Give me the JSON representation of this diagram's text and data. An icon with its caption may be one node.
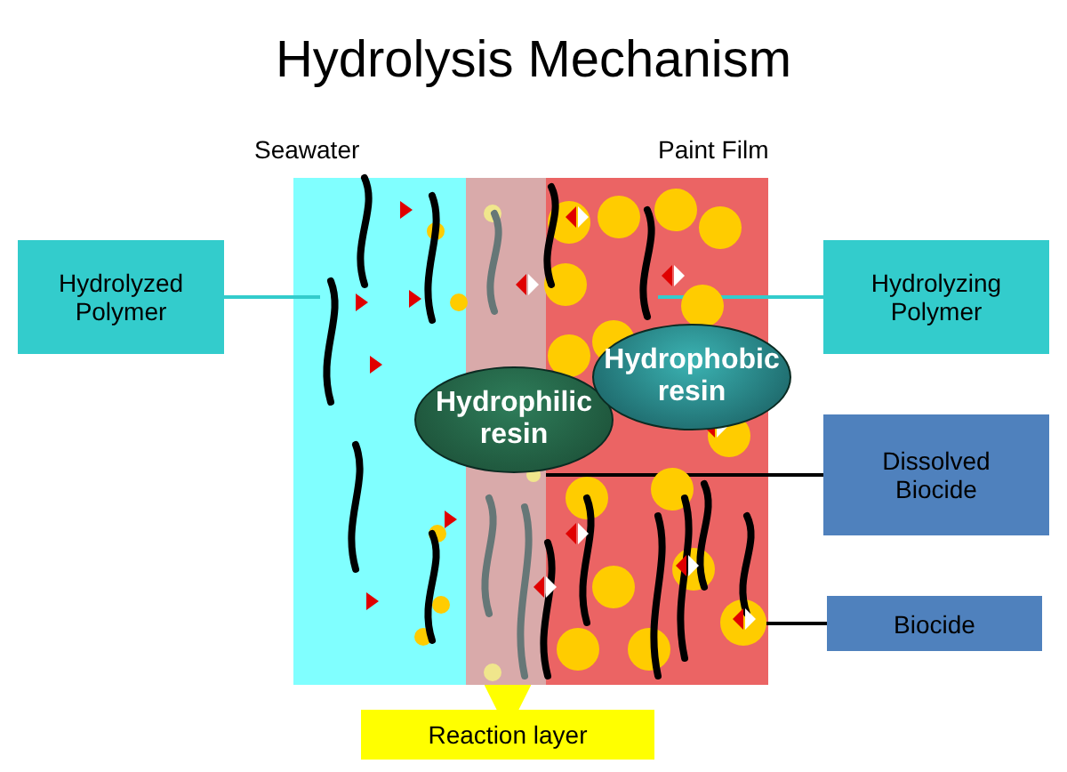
{
  "diagram": {
    "title": "Hydrolysis Mechanism",
    "nodes": [
      {
        "text": [
          "Hydrolyzed Polymer"
        ]
      },
      {
        "text": [
          "Hydrolyzing Polymer"
        ]
      },
      {
        "text": [
          "Hydrophilic resin"
        ]
      },
      {
        "text": [
          "Hydrophobic resin"
        ]
      },
      {
        "text": [
          "Dissolved Biocide"
        ]
      },
      {
        "text": [
          "Biocide"
        ]
      },
      {
        "text": [
          "Reaction layer"
        ]
      },
      {
        "text": [],
        "shape": "picture"
      },
      {
        "text": [],
        "shape": "picture"
      },
      {
        "text": [],
        "shape": "circle",
        "in": 11
      },
      {
        "text": [],
        "shape": "circle"
      },
      {
        "text": [],
        "shape": "bar"
      }
    ],
    "edges": [
      {
        "from": 0,
        "to": 7,
        "arrow": "none",
        "color": "#33cccc"
      },
      {
        "from": 1,
        "to": 8,
        "arrow": "none",
        "color": "#33cccc"
      },
      {
        "from": 4,
        "to": 9,
        "arrow": "none",
        "color": "#000000"
      },
      {
        "from": 5,
        "to": 10,
        "arrow": "none",
        "color": "#000000"
      },
      {
        "from": 6,
        "to": 11,
        "arrow": "to",
        "style": "thick",
        "color": "#ffff00"
      }
    ],
    "labels": [
      "Seawater",
      "Paint Film"
    ]
  }
}
